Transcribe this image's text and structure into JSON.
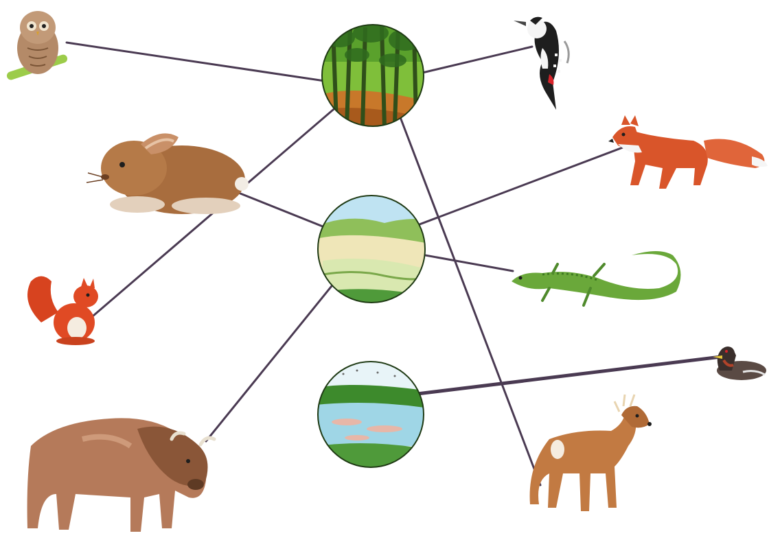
{
  "habitats": [
    {
      "id": "forest",
      "icon": "forest-habitat-icon"
    },
    {
      "id": "meadow",
      "icon": "meadow-dunes-habitat-icon"
    },
    {
      "id": "lake",
      "icon": "lake-habitat-icon"
    }
  ],
  "animals": [
    {
      "id": "owl",
      "icon": "owl-icon",
      "habitat": "forest"
    },
    {
      "id": "woodpecker",
      "icon": "woodpecker-icon",
      "habitat": "forest"
    },
    {
      "id": "rabbit",
      "icon": "rabbit-icon",
      "habitat": "meadow"
    },
    {
      "id": "fox",
      "icon": "fox-icon",
      "habitat": "meadow"
    },
    {
      "id": "lizard",
      "icon": "lizard-icon",
      "habitat": "meadow"
    },
    {
      "id": "squirrel",
      "icon": "squirrel-icon",
      "habitat": "forest"
    },
    {
      "id": "bison",
      "icon": "bison-icon",
      "habitat": "meadow"
    },
    {
      "id": "grebe",
      "icon": "grebe-icon",
      "habitat": "lake"
    },
    {
      "id": "deer",
      "icon": "deer-icon",
      "habitat": "forest"
    }
  ],
  "colors": {
    "line": "#4a3a52",
    "forest_dark": "#2f6b1f",
    "forest_light": "#9ccc4a",
    "ground": "#c8782a",
    "sky": "#bfe3f2",
    "sand": "#efe6b8",
    "water": "#9fd6e6"
  }
}
